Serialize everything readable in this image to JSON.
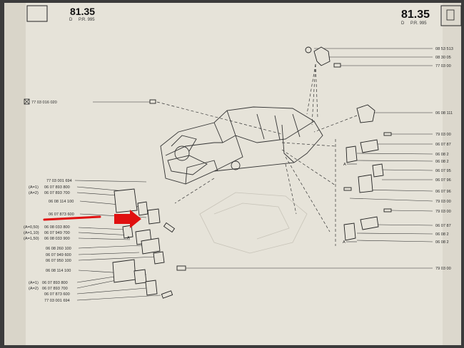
{
  "header": {
    "left_page": {
      "number": "81.35",
      "sub_letter": "D",
      "sub_code": "P.R. 995"
    },
    "right_page": {
      "number": "81.35",
      "sub_letter": "D",
      "sub_code": "P.R. 995"
    }
  },
  "top_right_labels": [
    "08 53 513",
    "08 30 05",
    "77 03 00"
  ],
  "center_label": "77 03 016 020",
  "right_labels": [
    "06 08 111",
    "79 03 00",
    "06 07 87",
    "06 08 2",
    "06 08 2",
    "06 07 95",
    "06 07 96",
    "06 07 96",
    "79 03 00",
    "79 03 00",
    "06 07 87",
    "06 08 2",
    "06 08 2",
    "79 03 00"
  ],
  "left_labels": [
    {
      "prefix": "",
      "code": "77 03 001 694"
    },
    {
      "prefix": "(A=1)",
      "code": "06 07 893 800"
    },
    {
      "prefix": "(A=2)",
      "code": "06 07 893 700"
    },
    {
      "prefix": "",
      "code": "06 08 114 100"
    },
    {
      "prefix": "",
      "code": "06 07 873 600"
    },
    {
      "prefix": "(A=0,50)",
      "code": "06 08 033 800"
    },
    {
      "prefix": "(A=1,10)",
      "code": "06 07 949 700"
    },
    {
      "prefix": "(A=1,50)",
      "code": "06 08 033 900"
    },
    {
      "prefix": "",
      "code": "06 08 260 100"
    },
    {
      "prefix": "",
      "code": "06 07 949 600"
    },
    {
      "prefix": "",
      "code": "06 07 950 100"
    },
    {
      "prefix": "",
      "code": "06 08 114 100"
    },
    {
      "prefix": "(A=1)",
      "code": "06 07 893 800"
    },
    {
      "prefix": "(A=2)",
      "code": "06 07 893 700"
    },
    {
      "prefix": "",
      "code": "06 07 873 600"
    },
    {
      "prefix": "",
      "code": "77 03 001 694"
    }
  ],
  "dimension_marks": [
    "A",
    "A",
    "A"
  ],
  "colors": {
    "paper": "#e6e3d9",
    "ink": "#2a2a2a",
    "highlight_red": "#e01010"
  },
  "icons": [
    "red-arrow-icon",
    "box-marker-icon"
  ]
}
